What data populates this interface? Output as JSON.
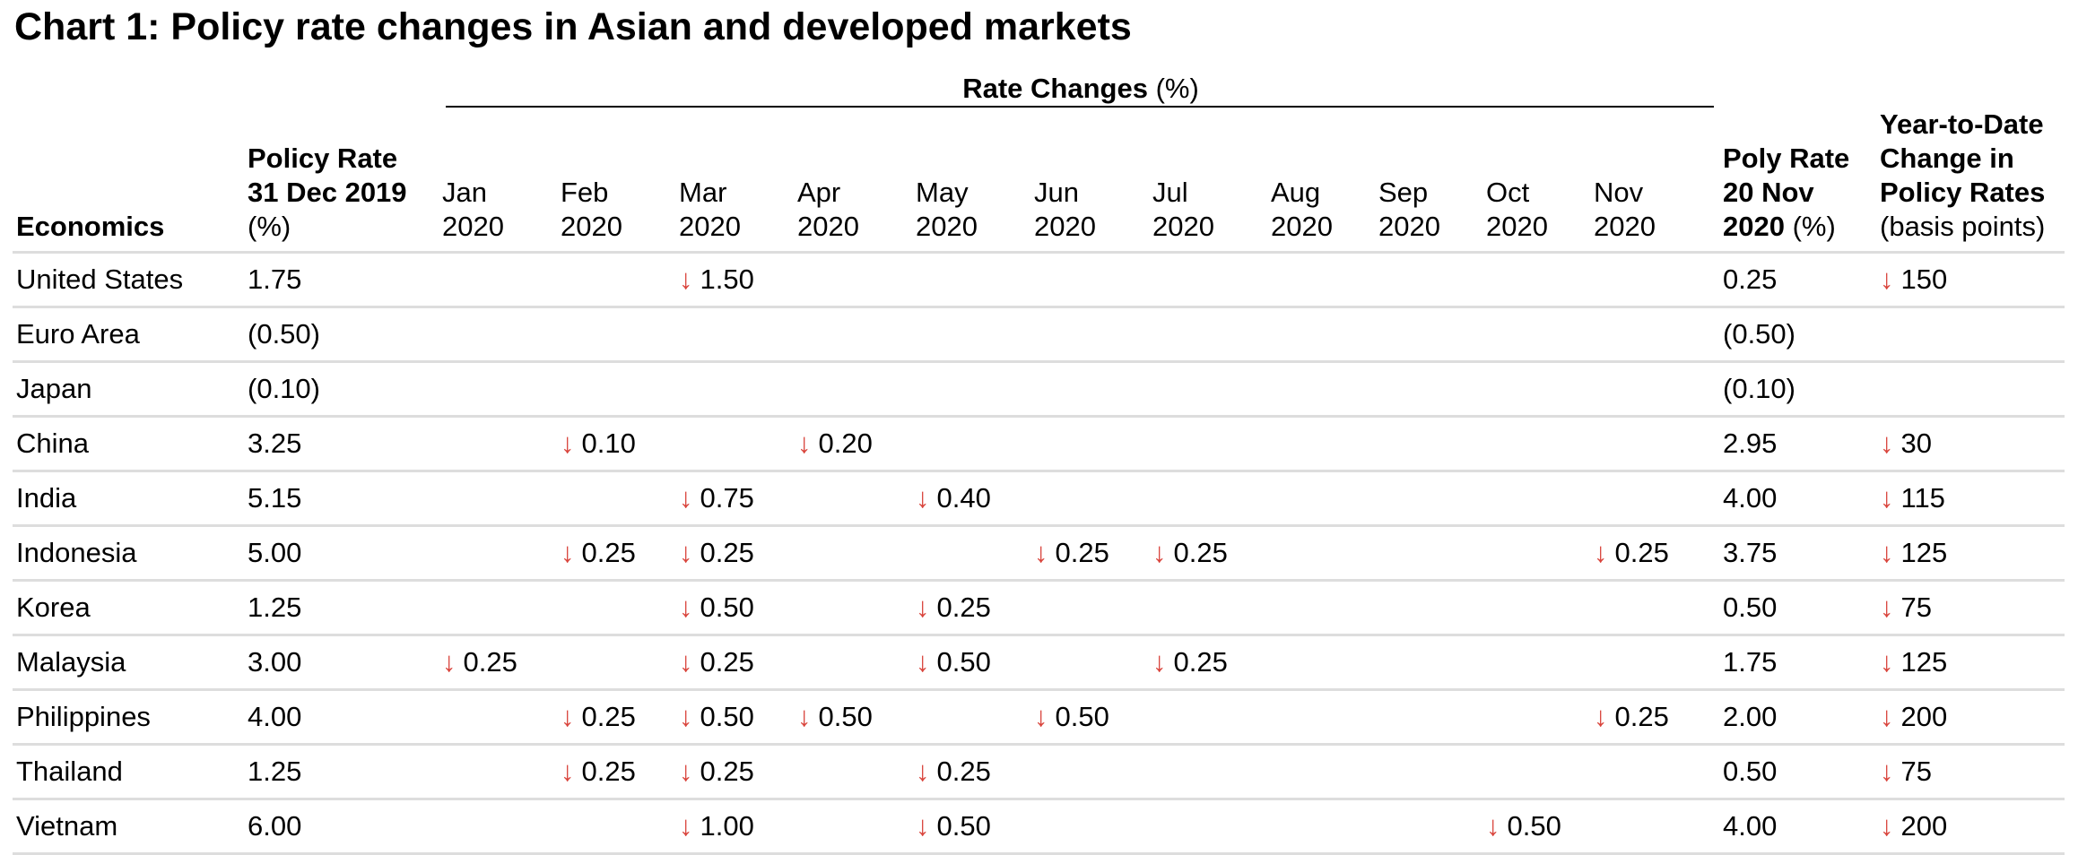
{
  "title": "Chart 1: Policy rate changes in Asian and developed markets",
  "header": {
    "economics": "Economics",
    "policy_rate": {
      "line1": "Policy Rate",
      "line2": "31 Dec 2019",
      "line3": "(%)"
    },
    "rate_changes": {
      "bold": "Rate Changes",
      "unit": " (%)"
    },
    "months": [
      {
        "m": "Jan",
        "y": "2020"
      },
      {
        "m": "Feb",
        "y": "2020"
      },
      {
        "m": "Mar",
        "y": "2020"
      },
      {
        "m": "Apr",
        "y": "2020"
      },
      {
        "m": "May",
        "y": "2020"
      },
      {
        "m": "Jun",
        "y": "2020"
      },
      {
        "m": "Jul",
        "y": "2020"
      },
      {
        "m": "Aug",
        "y": "2020"
      },
      {
        "m": "Sep",
        "y": "2020"
      },
      {
        "m": "Oct",
        "y": "2020"
      },
      {
        "m": "Nov",
        "y": "2020"
      }
    ],
    "poly_rate": {
      "line1": "Poly Rate",
      "line2": "20 Nov",
      "line3_bold": "2020",
      "line3_unit": " (%)"
    },
    "ytd": {
      "line1": "Year-to-Date",
      "line2": "Change in",
      "line3": "Policy Rates",
      "line4": "(basis points)"
    }
  },
  "chart_data": {
    "type": "table",
    "title": "Chart 1: Policy rate changes in Asian and developed markets",
    "columns": [
      "Economics",
      "Policy Rate 31 Dec 2019 (%)",
      "Jan 2020",
      "Feb 2020",
      "Mar 2020",
      "Apr 2020",
      "May 2020",
      "Jun 2020",
      "Jul 2020",
      "Aug 2020",
      "Sep 2020",
      "Oct 2020",
      "Nov 2020",
      "Poly Rate 20 Nov 2020 (%)",
      "Year-to-Date Change in Policy Rates (basis points)"
    ],
    "rows": [
      {
        "economy": "United States",
        "rate_2019": "1.75",
        "changes": [
          "",
          "",
          "1.50",
          "",
          "",
          "",
          "",
          "",
          "",
          "",
          ""
        ],
        "rate_2020": "0.25",
        "ytd": "150"
      },
      {
        "economy": "Euro Area",
        "rate_2019": "(0.50)",
        "changes": [
          "",
          "",
          "",
          "",
          "",
          "",
          "",
          "",
          "",
          "",
          ""
        ],
        "rate_2020": "(0.50)",
        "ytd": ""
      },
      {
        "economy": "Japan",
        "rate_2019": "(0.10)",
        "changes": [
          "",
          "",
          "",
          "",
          "",
          "",
          "",
          "",
          "",
          "",
          ""
        ],
        "rate_2020": "(0.10)",
        "ytd": ""
      },
      {
        "economy": "China",
        "rate_2019": "3.25",
        "changes": [
          "",
          "0.10",
          "",
          "0.20",
          "",
          "",
          "",
          "",
          "",
          "",
          ""
        ],
        "rate_2020": "2.95",
        "ytd": "30"
      },
      {
        "economy": "India",
        "rate_2019": "5.15",
        "changes": [
          "",
          "",
          "0.75",
          "",
          "0.40",
          "",
          "",
          "",
          "",
          "",
          ""
        ],
        "rate_2020": "4.00",
        "ytd": "115"
      },
      {
        "economy": "Indonesia",
        "rate_2019": "5.00",
        "changes": [
          "",
          "0.25",
          "0.25",
          "",
          "",
          "0.25",
          "0.25",
          "",
          "",
          "",
          "0.25"
        ],
        "rate_2020": "3.75",
        "ytd": "125"
      },
      {
        "economy": "Korea",
        "rate_2019": "1.25",
        "changes": [
          "",
          "",
          "0.50",
          "",
          "0.25",
          "",
          "",
          "",
          "",
          "",
          ""
        ],
        "rate_2020": "0.50",
        "ytd": "75"
      },
      {
        "economy": "Malaysia",
        "rate_2019": "3.00",
        "changes": [
          "0.25",
          "",
          "0.25",
          "",
          "0.50",
          "",
          "0.25",
          "",
          "",
          "",
          ""
        ],
        "rate_2020": "1.75",
        "ytd": "125"
      },
      {
        "economy": "Philippines",
        "rate_2019": "4.00",
        "changes": [
          "",
          "0.25",
          "0.50",
          "0.50",
          "",
          "0.50",
          "",
          "",
          "",
          "",
          "0.25"
        ],
        "rate_2020": "2.00",
        "ytd": "200"
      },
      {
        "economy": "Thailand",
        "rate_2019": "1.25",
        "changes": [
          "",
          "0.25",
          "0.25",
          "",
          "0.25",
          "",
          "",
          "",
          "",
          "",
          ""
        ],
        "rate_2020": "0.50",
        "ytd": "75"
      },
      {
        "economy": "Vietnam",
        "rate_2019": "6.00",
        "changes": [
          "",
          "",
          "1.00",
          "",
          "0.50",
          "",
          "",
          "",
          "",
          "0.50",
          ""
        ],
        "rate_2020": "4.00",
        "ytd": "200"
      }
    ],
    "direction_icon": "down-arrow-icon",
    "arrow_color": "#d9443c",
    "row_rule_color": "#dddddd"
  }
}
